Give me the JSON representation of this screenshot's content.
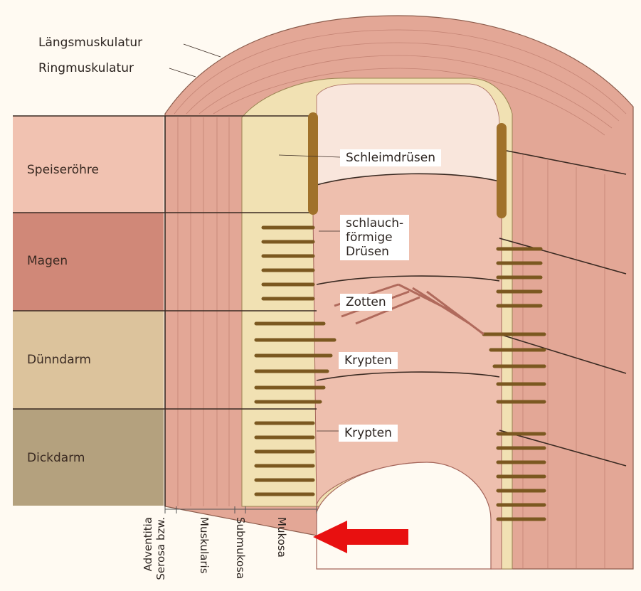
{
  "layer_labels_top": [
    "Längsmuskulatur",
    "Ringmuskulatur"
  ],
  "organ_bands": [
    {
      "label": "Speiseröhre",
      "color": "#f1c2b1"
    },
    {
      "label": "Magen",
      "color": "#d08878"
    },
    {
      "label": "Dünndarm",
      "color": "#dcc39c"
    },
    {
      "label": "Dickdarm",
      "color": "#b4a17e"
    }
  ],
  "structure_tags": [
    "Schleimdrüsen",
    "schlauch-",
    "förmige",
    "Drüsen",
    "Zotten",
    "Krypten",
    "Krypten"
  ],
  "wall_layers": [
    "Serosa bzw.",
    "Adventitia",
    "Muskularis",
    "Submukosa",
    "Mukosa"
  ],
  "colors": {
    "muscle": "#e3a796",
    "submucosa": "#f1e1b3",
    "mucosa_lumen": "#eebfae",
    "gland": "#b58632",
    "arrow": "#e81010"
  }
}
